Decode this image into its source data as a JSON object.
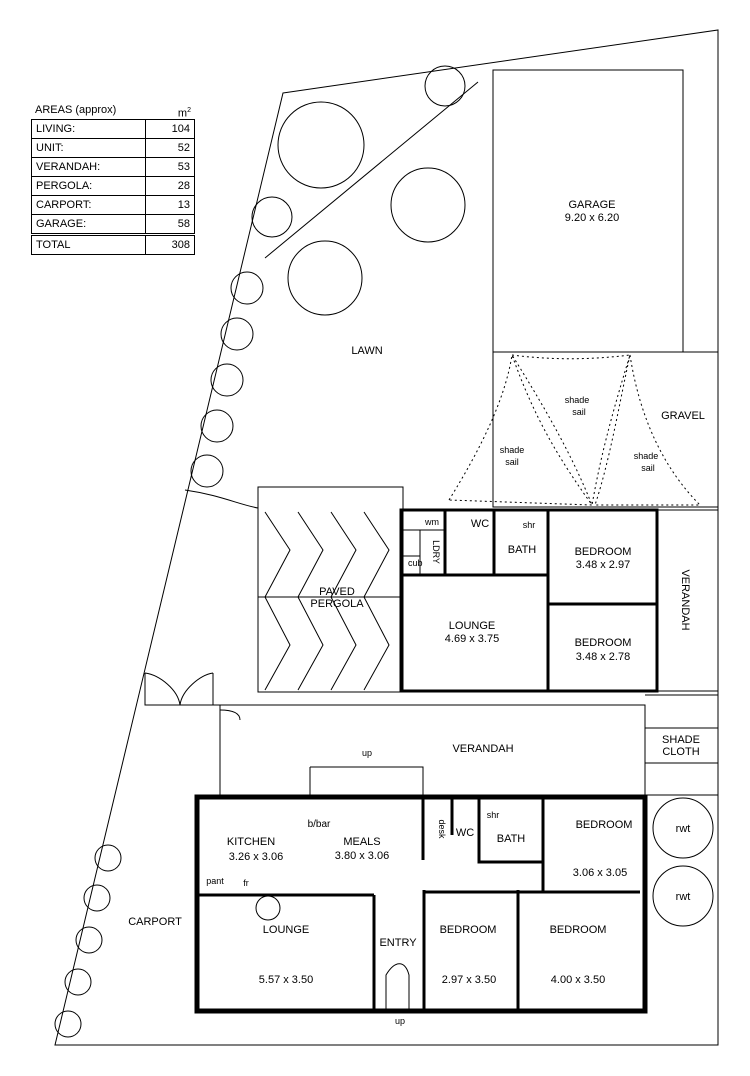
{
  "areas": {
    "title": "AREAS (approx)",
    "unit_main": "m",
    "unit_sup": "2",
    "rows": [
      {
        "label": "LIVING:",
        "value": "104"
      },
      {
        "label": "UNIT:",
        "value": "52"
      },
      {
        "label": "VERANDAH:",
        "value": "53"
      },
      {
        "label": "PERGOLA:",
        "value": "28"
      },
      {
        "label": "CARPORT:",
        "value": "13"
      },
      {
        "label": "GARAGE:",
        "value": "58"
      }
    ],
    "total": {
      "label": "TOTAL",
      "value": "308"
    }
  },
  "labels": {
    "lawn": "LAWN",
    "garage": "GARAGE",
    "garage_dim": "9.20 x 6.20",
    "gravel": "GRAVEL",
    "shade_sail": "shade",
    "shade_sail2": "sail",
    "paved": "PAVED",
    "pergola": "PERGOLA",
    "unit_wm": "wm",
    "unit_ldry": "LDRY",
    "unit_cub": "cub",
    "unit_wc": "WC",
    "unit_shr": "shr",
    "unit_bath": "BATH",
    "unit_bed1": "BEDROOM",
    "unit_bed1_dim": "3.48 x 2.97",
    "unit_bed2": "BEDROOM",
    "unit_bed2_dim": "3.48 x 2.78",
    "unit_lounge": "LOUNGE",
    "unit_lounge_dim": "4.69 x 3.75",
    "verandah_side": "VERANDAH",
    "verandah": "VERANDAH",
    "shade_cloth_1": "SHADE",
    "shade_cloth_2": "CLOTH",
    "up": "up",
    "kitchen": "KITCHEN",
    "kitchen_dim": "3.26 x 3.06",
    "bbar": "b/bar",
    "meals": "MEALS",
    "meals_dim": "3.80 x 3.06",
    "desk": "desk",
    "wc": "WC",
    "shr": "shr",
    "bath": "BATH",
    "bedroom": "BEDROOM",
    "bed_a_dim": "3.06 x 3.05",
    "pant": "pant",
    "fr": "fr",
    "lounge": "LOUNGE",
    "lounge_dim": "5.57 x 3.50",
    "entry": "ENTRY",
    "bed_b_dim": "2.97 x 3.50",
    "bed_c_dim": "4.00 x 3.50",
    "carport": "CARPORT",
    "rwt": "rwt"
  }
}
